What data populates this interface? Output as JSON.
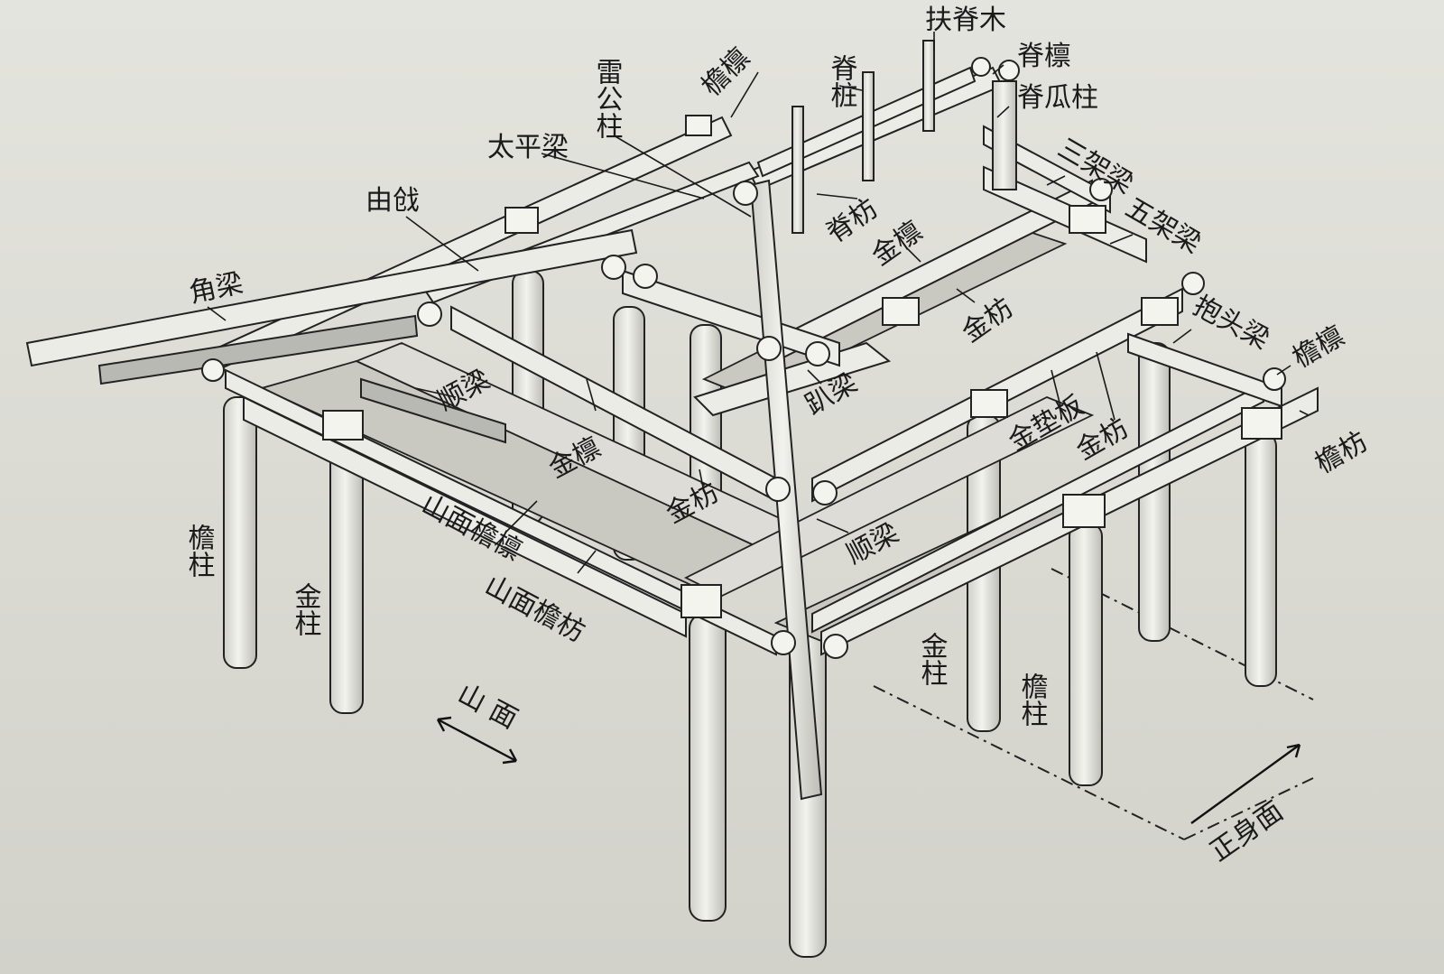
{
  "labels": {
    "fu_ji_mu": "扶脊木",
    "ji_lin": "脊檩",
    "ji_gua_zhu": "脊瓜柱",
    "ji_zhuang": "脊桩",
    "yan_lin_top": "檐檩",
    "lei_gong_zhu": "雷公柱",
    "tai_ping_liang": "太平梁",
    "you_qiang": "由戗",
    "jiao_liang": "角梁",
    "san_jia_liang": "三架梁",
    "wu_jia_liang": "五架梁",
    "ji_fang": "脊枋",
    "jin_lin_upper": "金檩",
    "jin_fang_upper": "金枋",
    "bao_tou_liang": "抱头梁",
    "yan_lin_right": "檐檩",
    "yan_fang_right": "檐枋",
    "pa_liang": "趴梁",
    "jin_dian_ban": "金垫板",
    "jin_fang_right": "金枋",
    "shun_liang_left": "顺梁",
    "jin_lin_left": "金檩",
    "jin_fang_mid": "金枋",
    "shun_liang_right": "顺梁",
    "shan_mian_yan_lin": "山面檐檩",
    "shan_mian_yan_fang": "山面檐枋",
    "yan_zhu_left": "檐柱",
    "jin_zhu_left": "金柱",
    "jin_zhu_right": "金柱",
    "yan_zhu_right": "檐柱",
    "shan_mian": "山 面",
    "zheng_shen_mian": "正身面"
  },
  "colors": {
    "ink": "#1a1a1a",
    "paper": "#dcdcd6",
    "timber": "#ecece7",
    "shadow": "#b9b9b3"
  }
}
